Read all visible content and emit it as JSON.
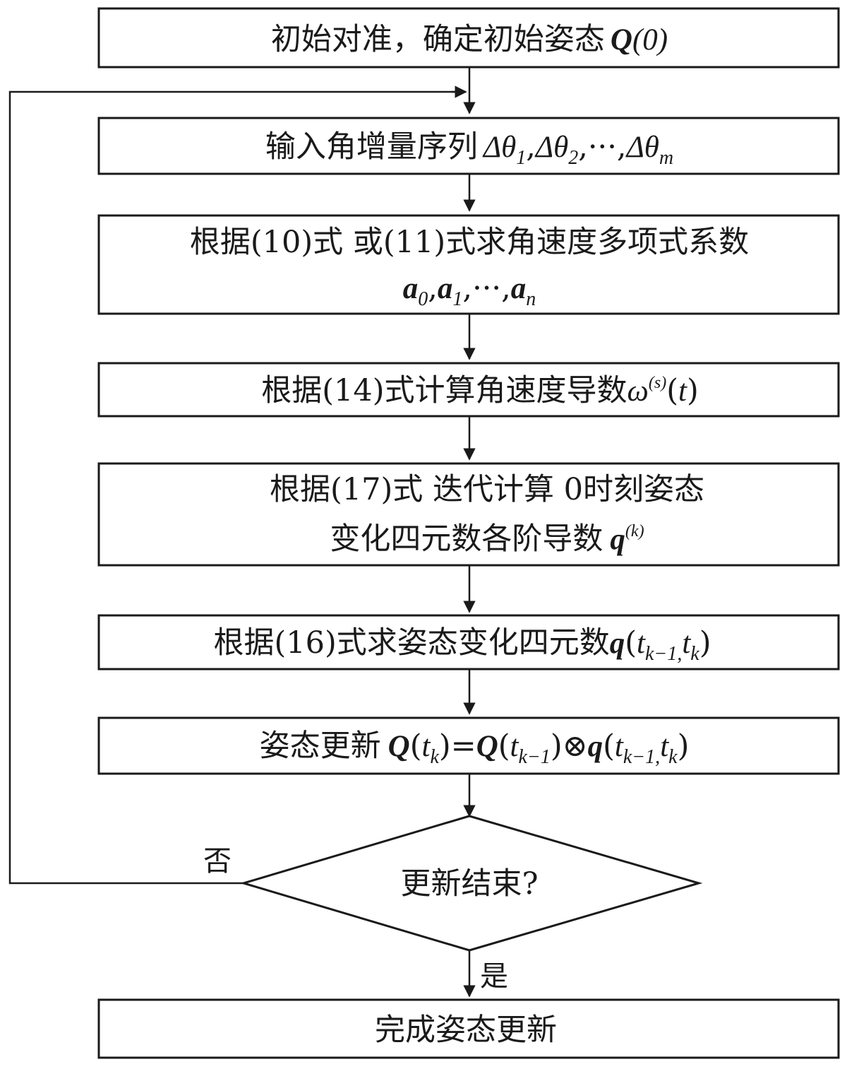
{
  "steps": {
    "s1": {
      "text": "初始对准，确定初始姿态",
      "math": "Q",
      "arg": "(0)"
    },
    "s2": {
      "text": "输入角增量序列",
      "t1": "Δθ",
      "s1": "1",
      "c1": ",",
      "t2": "Δθ",
      "s2": "2",
      "c2": ",···,",
      "t3": "Δθ",
      "s3": "m"
    },
    "s3": {
      "line1": "根据(10)式 或(11)式求角速度多项式系数",
      "a0": "a",
      "a0sub": "0",
      "c1": ",",
      "a1": "a",
      "a1sub": "1",
      "c2": ",···,",
      "an": "a",
      "ansub": "n"
    },
    "s4": {
      "text": "根据(14)式计算角速度导数",
      "omega": "ω",
      "sup": "(s)",
      "arg_open": "(",
      "arg_t": "t",
      "arg_close": ")"
    },
    "s5": {
      "line1": "根据(17)式 迭代计算 0时刻姿态",
      "line2": "变化四元数各阶导数",
      "q": "q",
      "sup": "(k)"
    },
    "s6": {
      "text": "根据(16)式求姿态变化四元数",
      "q": "q",
      "open": "(",
      "t": "t",
      "sub1": "k−1,",
      "t2": "t",
      "sub2": "k",
      "close": ")"
    },
    "s7": {
      "text": "姿态更新",
      "Q1": "Q",
      "open1": "(",
      "t1": "t",
      "sub1": "k",
      "close1": ")",
      "eq": "=",
      "Q2": "Q",
      "open2": "(",
      "t2": "t",
      "sub2": "k−1",
      "close2": ")",
      "otimes": "⊗",
      "q": "q",
      "open3": "(",
      "t3": "t",
      "sub3": "k−1,",
      "t4": "t",
      "sub4": "k",
      "close3": ")"
    },
    "decision": {
      "text": "更新结束?"
    },
    "s8": {
      "text": "完成姿态更新"
    }
  },
  "labels": {
    "no": "否",
    "yes": "是"
  }
}
